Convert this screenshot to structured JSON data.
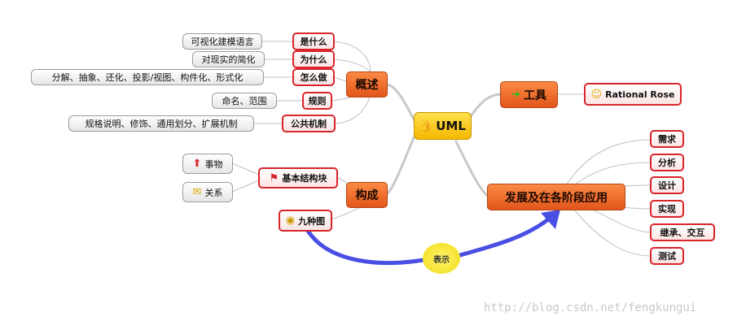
{
  "center": {
    "label": "UML",
    "icon": "thumbs-up-icon"
  },
  "overview": {
    "label": "概述",
    "items": [
      {
        "key": "是什么",
        "value": "可视化建模语言"
      },
      {
        "key": "为什么",
        "value": "对现实的简化"
      },
      {
        "key": "怎么做",
        "value": "分解、抽象、还化、投影/视图、构件化、形式化"
      },
      {
        "key": "规则",
        "value": "命名、范围"
      },
      {
        "key": "公共机制",
        "value": "规格说明、修饰、通用划分、扩展机制"
      }
    ]
  },
  "composition": {
    "label": "构成",
    "blocks": {
      "label": "基本结构块",
      "icon": "red-flag-icon",
      "children": [
        "事物",
        "关系"
      ]
    },
    "diagrams": {
      "label": "九种图",
      "icon": "coins-icon"
    }
  },
  "tools": {
    "label": "工具",
    "icon": "green-arrow-icon",
    "item": {
      "label": "Rational Rose",
      "icon": "smiley-icon"
    }
  },
  "development": {
    "label": "发展及在各阶段应用",
    "stages": [
      "需求",
      "分析",
      "设计",
      "实现",
      "继承、交互",
      "测试"
    ]
  },
  "relation": {
    "label": "表示"
  },
  "watermark": "http://blog.csdn.net/fengkungui",
  "colors": {
    "accent_orange": "#e2561b",
    "border_red": "#d8242b",
    "center_yellow": "#f5b800",
    "arrow_blue": "#4a4fe3",
    "oval_yellow": "#f0dc18"
  }
}
